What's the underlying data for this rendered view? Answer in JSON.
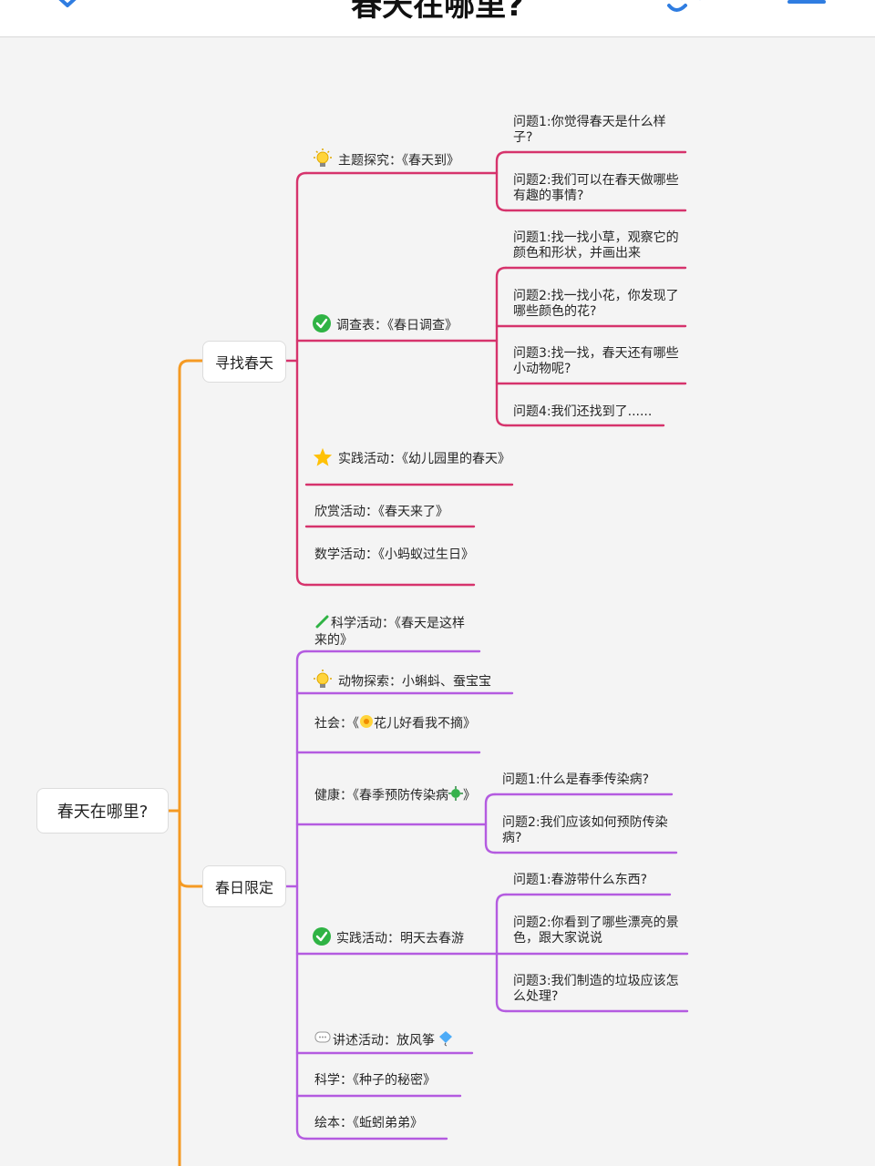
{
  "header": {
    "title": "春天在哪里?",
    "left_icon": "box-icon",
    "right_icons": [
      "link-icon",
      "menu-icon"
    ]
  },
  "colors": {
    "orange": "#f59a23",
    "pink": "#d6336c",
    "purple": "#b45be0"
  },
  "mindmap": {
    "root": "春天在哪里?",
    "branches": [
      {
        "label": "寻找春天",
        "topics": [
          {
            "icon": "lightbulb-icon",
            "label": "主题探究：《春天到》",
            "questions": [
              "问题1:你觉得春天是什么样子?",
              "问题2:我们可以在春天做哪些有趣的事情?"
            ]
          },
          {
            "icon": "check-circle-icon",
            "label": "调查表：《春日调查》",
            "questions": [
              "问题1:找一找小草，观察它的颜色和形状，并画出来",
              "问题2:找一找小花，你发现了哪些颜色的花?",
              "问题3:找一找，春天还有哪些小动物呢?",
              "问题4:我们还找到了......"
            ]
          },
          {
            "icon": "star-icon",
            "label": "实践活动：《幼儿园里的春天》"
          },
          {
            "label": "欣赏活动：《春天来了》"
          },
          {
            "label": "数学活动：《小蚂蚁过生日》"
          }
        ]
      },
      {
        "label": "春日限定",
        "topics": [
          {
            "icon": "test-tube-icon",
            "label": "科学活动：《春天是这样来的》"
          },
          {
            "icon": "lightbulb-icon",
            "label": "动物探索：小蝌蚪、蚕宝宝"
          },
          {
            "label": "社会：《",
            "icon_inline": "flower-icon",
            "label_tail": "花儿好看我不摘》"
          },
          {
            "label": "健康：《春季预防传染病",
            "icon_inline": "germ-icon",
            "label_tail": "》",
            "questions": [
              "问题1:什么是春季传染病?",
              "问题2:我们应该如何预防传染病?"
            ]
          },
          {
            "icon": "check-circle-icon",
            "label": "实践活动：明天去春游",
            "questions": [
              "问题1:春游带什么东西?",
              "问题2:你看到了哪些漂亮的景色，跟大家说说",
              "问题3:我们制造的垃圾应该怎么处理?"
            ]
          },
          {
            "icon": "speech-bubble-icon",
            "label": "讲述活动：放风筝",
            "icon_tail": "kite-icon"
          },
          {
            "label": "科学：《种子的秘密》"
          },
          {
            "label": "绘本：《蚯蚓弟弟》"
          }
        ]
      }
    ]
  }
}
